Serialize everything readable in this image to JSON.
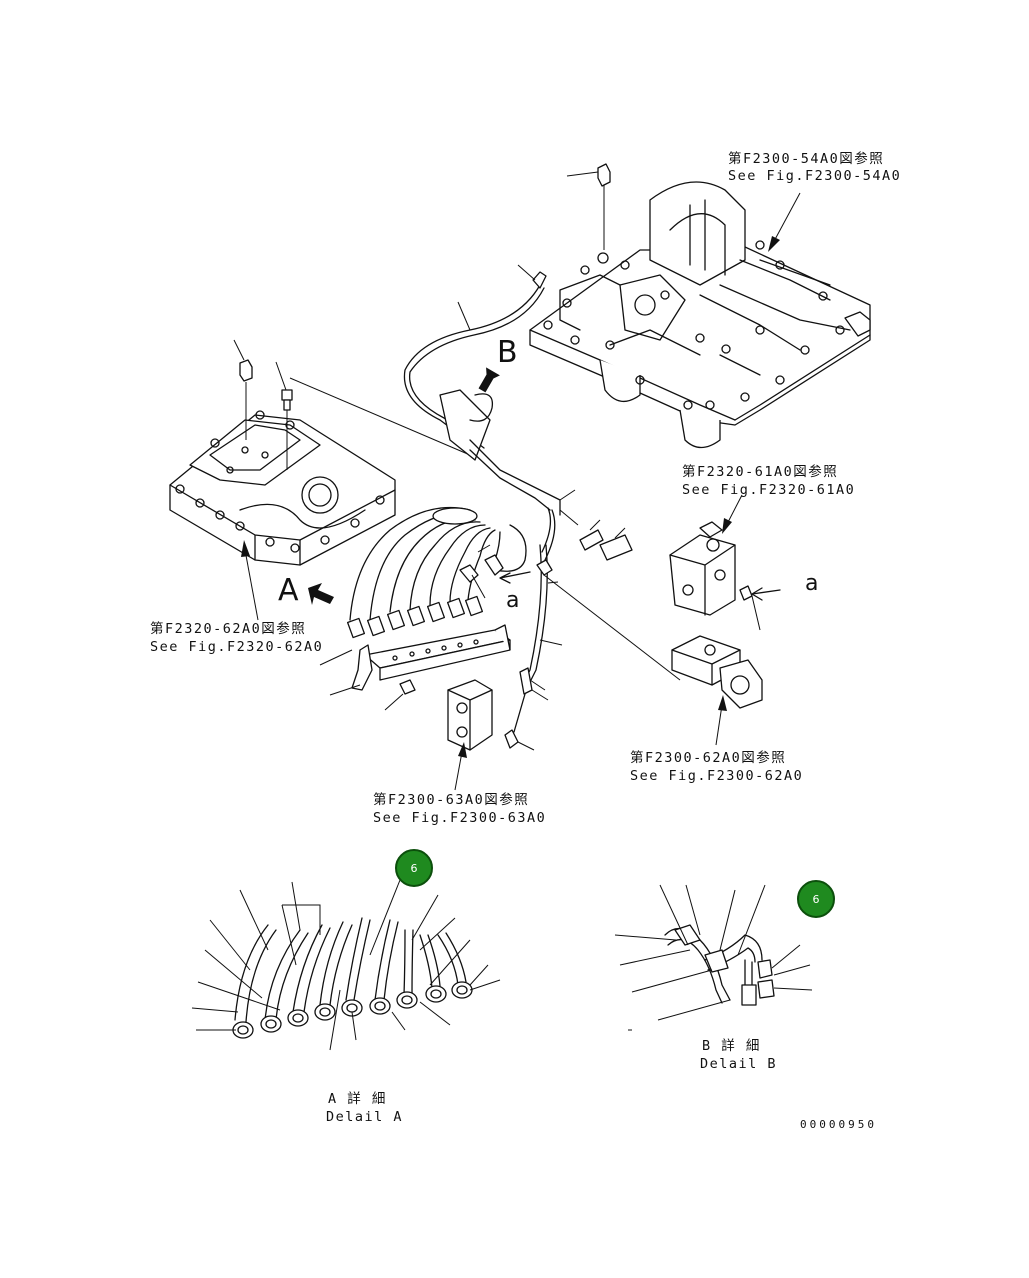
{
  "references": {
    "fig_54a0": {
      "jp": "第F2300-54A0図参照",
      "en": "See Fig.F2300-54A0"
    },
    "fig_61a0": {
      "jp": "第F2320-61A0図参照",
      "en": "See Fig.F2320-61A0"
    },
    "fig_62a0_left": {
      "jp": "第F2320-62A0図参照",
      "en": "See Fig.F2320-62A0"
    },
    "fig_62a0_right": {
      "jp": "第F2300-62A0図参照",
      "en": "See Fig.F2300-62A0"
    },
    "fig_63a0": {
      "jp": "第F2300-63A0図参照",
      "en": "See Fig.F2300-63A0"
    }
  },
  "callouts": {
    "a": "A",
    "b": "B",
    "small_a1": "a",
    "small_a2": "a"
  },
  "details": {
    "a": {
      "jp": "A 詳 細",
      "en": "Delail A"
    },
    "b": {
      "jp": "B 詳 細",
      "en": "Delail B"
    }
  },
  "badges": {
    "badge_a": "6",
    "badge_b": "6"
  },
  "doc_number": "00000950",
  "colors": {
    "badge_fill": "#1f8a1f",
    "badge_stroke": "#0c4f0c",
    "line": "#111111"
  }
}
